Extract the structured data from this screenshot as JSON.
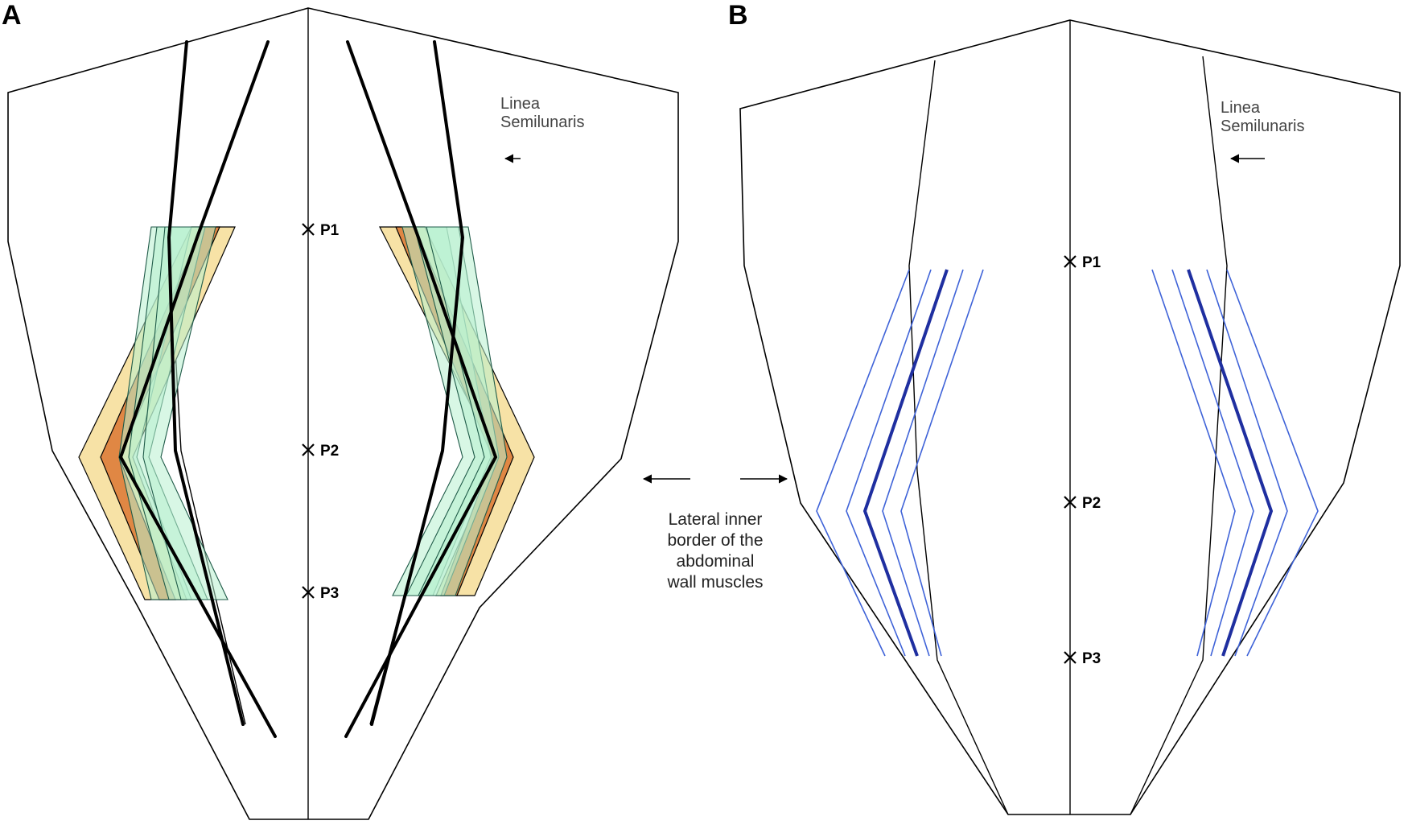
{
  "panels": [
    {
      "letter": "A"
    },
    {
      "letter": "B"
    }
  ],
  "annotations": {
    "linea_semilunaris": [
      "Linea",
      "Semilunaris"
    ],
    "lateral_border": [
      "Lateral inner",
      "border of the",
      "abdominal",
      "wall muscles"
    ]
  },
  "points": {
    "p1": "P1",
    "p2": "P2",
    "p3": "P3"
  },
  "colors": {
    "outer_band": "#f7e2a6",
    "inner_band": "#e08744",
    "overlap_band": "#b8f0cf",
    "mesh_lines": "#3f63d8",
    "mesh_center_line": "#1f2fa0"
  }
}
